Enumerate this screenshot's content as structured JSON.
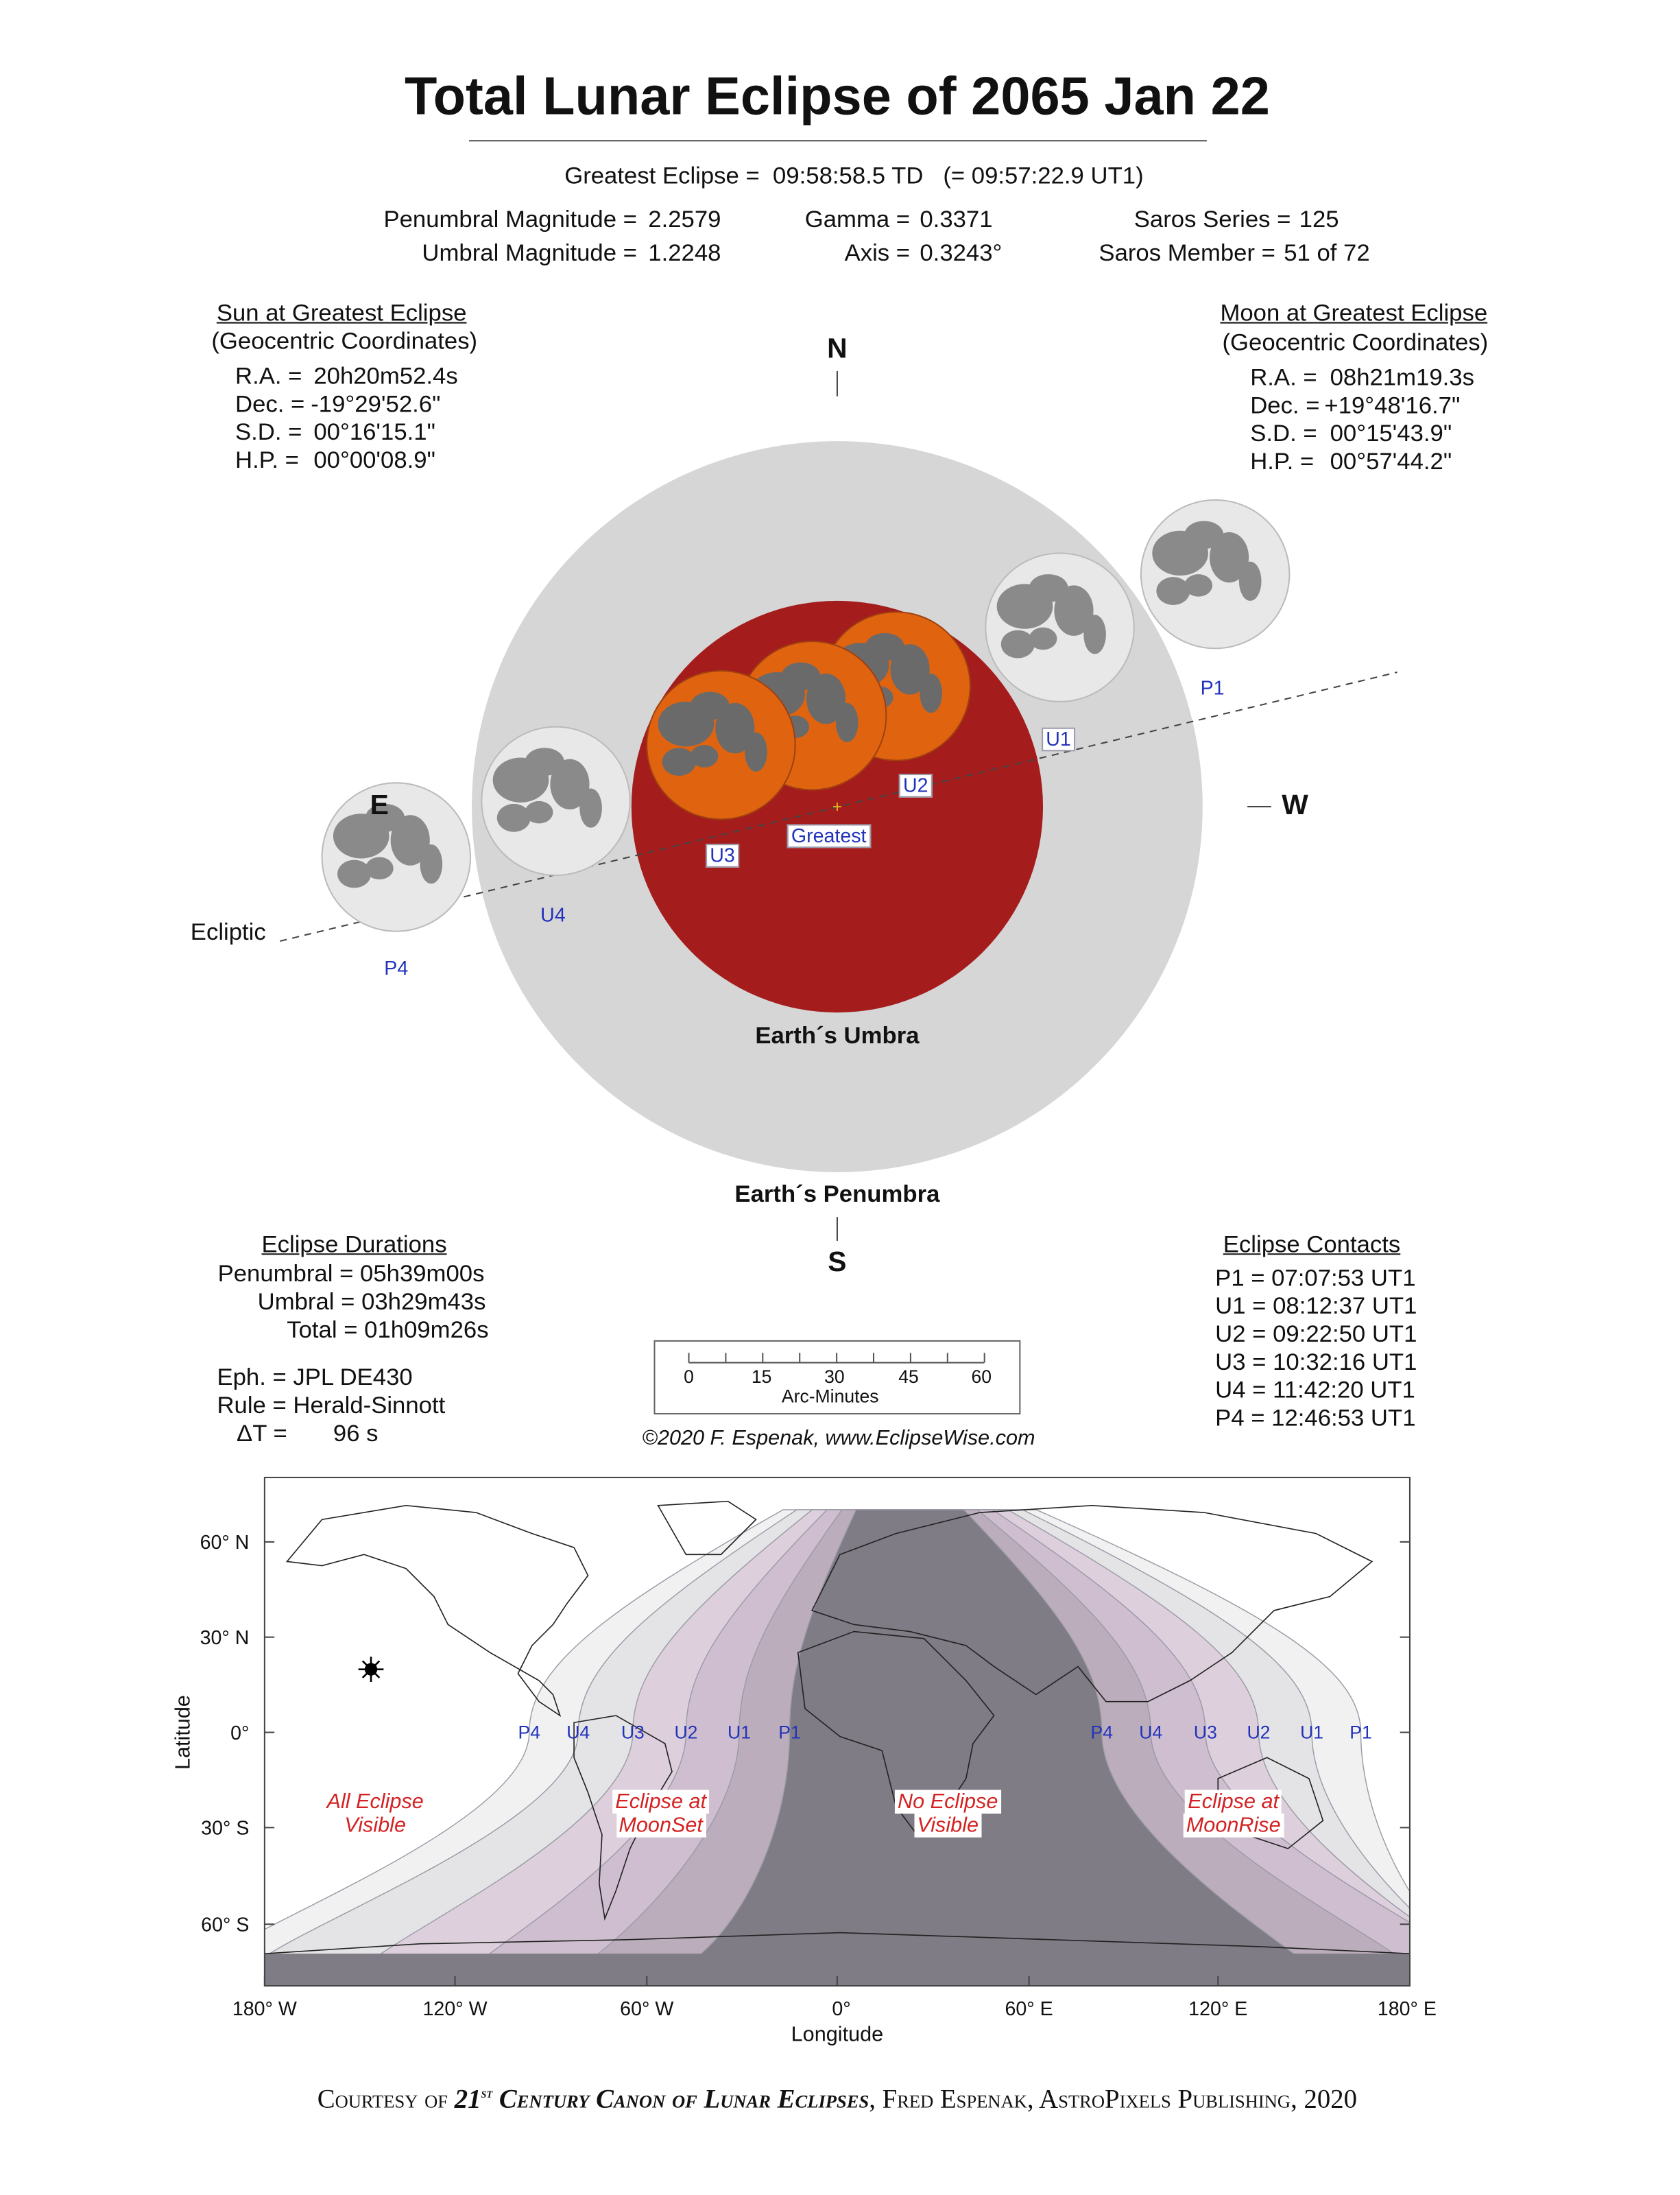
{
  "title": "Total Lunar Eclipse of  2065 Jan 22",
  "greatest": {
    "label": "Greatest Eclipse =",
    "td": "09:58:58.5 TD",
    "ut": "(= 09:57:22.9 UT1)"
  },
  "params": [
    {
      "label": "Penumbral Magnitude =",
      "value": "2.2579"
    },
    {
      "label": "Umbral Magnitude =",
      "value": "1.2248"
    },
    {
      "label": "Gamma =",
      "value": "0.3371"
    },
    {
      "label": "Axis =",
      "value": "0.3243°"
    },
    {
      "label": "Saros Series =",
      "value": "125"
    },
    {
      "label": "Saros Member =",
      "value": "51 of 72"
    }
  ],
  "sun": {
    "heading": "Sun at Greatest Eclipse",
    "sub": "(Geocentric Coordinates)",
    "rows": [
      {
        "label": "R.A. =",
        "value": "20h20m52.4s"
      },
      {
        "label": "Dec. =",
        "value": "-19°29'52.6\""
      },
      {
        "label": "S.D. =",
        "value": "00°16'15.1\""
      },
      {
        "label": "H.P. =",
        "value": "00°00'08.9\""
      }
    ]
  },
  "moon": {
    "heading": "Moon at Greatest Eclipse",
    "sub": "(Geocentric Coordinates)",
    "rows": [
      {
        "label": "R.A. =",
        "value": "08h21m19.3s"
      },
      {
        "label": "Dec. =",
        "value": "+19°48'16.7\""
      },
      {
        "label": "S.D. =",
        "value": "00°15'43.9\""
      },
      {
        "label": "H.P. =",
        "value": "00°57'44.2\""
      }
    ]
  },
  "diagram": {
    "north": "N",
    "south": "S",
    "east": "E",
    "west": "W",
    "ecliptic": "Ecliptic",
    "umbra": "Earth´s Umbra",
    "penumbra": "Earth´s Penumbra",
    "labels": {
      "p1": "P1",
      "u1": "U1",
      "u2": "U2",
      "greatest": "Greatest",
      "u3": "U3",
      "u4": "U4",
      "p4": "P4"
    },
    "colors": {
      "penumbra": "#d6d6d6",
      "umbra": "#a51c1c",
      "moon_eclipsed": "#e0640f",
      "moon": "#e8e8e8"
    }
  },
  "durations": {
    "heading": "Eclipse Durations",
    "rows": [
      {
        "label": "Penumbral =",
        "value": "05h39m00s"
      },
      {
        "label": "Umbral =",
        "value": "03h29m43s"
      },
      {
        "label": "Total =",
        "value": "01h09m26s"
      }
    ],
    "eph": "Eph. = JPL DE430",
    "rule": "Rule = Herald-Sinnott",
    "dt_label": "ΔT =",
    "dt_value": "96 s"
  },
  "scale": {
    "ticks": [
      "0",
      "15",
      "30",
      "45",
      "60"
    ],
    "unit": "Arc-Minutes"
  },
  "copyright": "©2020  F. Espenak, www.EclipseWise.com",
  "contacts": {
    "heading": "Eclipse Contacts",
    "rows": [
      "P1 = 07:07:53 UT1",
      "U1 = 08:12:37 UT1",
      "U2 = 09:22:50 UT1",
      "U3 = 10:32:16 UT1",
      "U4 = 11:42:20 UT1",
      "P4 = 12:46:53 UT1"
    ]
  },
  "map": {
    "lat_ticks": [
      "60° N",
      "30° N",
      "0°",
      "30° S",
      "60° S"
    ],
    "lon_ticks": [
      "180° W",
      "120° W",
      "60° W",
      "0°",
      "60° E",
      "120° E",
      "180° E"
    ],
    "xlabel": "Longitude",
    "ylabel": "Latitude",
    "contacts_west": [
      "P4",
      "U4",
      "U3",
      "U2",
      "U1",
      "P1"
    ],
    "contacts_east": [
      "P4",
      "U4",
      "U3",
      "U2",
      "U1",
      "P1"
    ],
    "regions": [
      {
        "l1": "All Eclipse",
        "l2": "Visible"
      },
      {
        "l1": "Eclipse at",
        "l2": "MoonSet"
      },
      {
        "l1": "No Eclipse",
        "l2": "Visible"
      },
      {
        "l1": "Eclipse at",
        "l2": "MoonRise"
      }
    ]
  },
  "footer": {
    "pre": "Courtesy of ",
    "num": "21",
    "sup": "st",
    "book": " Century Canon of Lunar Eclipses",
    "post": ", Fred Espenak, AstroPixels Publishing, 2020"
  }
}
